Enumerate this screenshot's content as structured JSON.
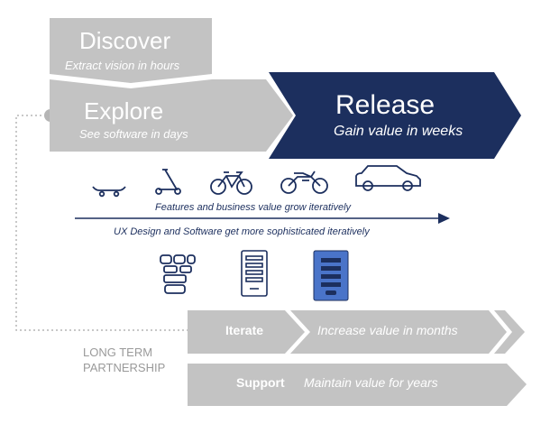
{
  "stages": {
    "discover": {
      "title": "Discover",
      "subtitle": "Extract vision in hours"
    },
    "explore": {
      "title": "Explore",
      "subtitle": "See software in days"
    },
    "release": {
      "title": "Release",
      "subtitle": "Gain value in weeks"
    }
  },
  "captions": {
    "features": "Features and business value grow iteratively",
    "ux": "UX Design and Software get more sophisticated iteratively"
  },
  "vehicles": [
    "skateboard-icon",
    "scooter-icon",
    "bicycle-icon",
    "motorcycle-icon",
    "car-icon"
  ],
  "wireframes": [
    "sketch-wireframe-icon",
    "lofi-wireframe-icon",
    "hifi-wireframe-icon"
  ],
  "ongoing": {
    "iterate": {
      "label": "Iterate",
      "text": "Increase value in months"
    },
    "support": {
      "label": "Support",
      "text": "Maintain value for years"
    },
    "partnership": "LONG TERM PARTNERSHIP"
  },
  "colors": {
    "navy": "#1c2f5e",
    "gray": "#c3c3c3",
    "accent_blue": "#4a74c9"
  }
}
